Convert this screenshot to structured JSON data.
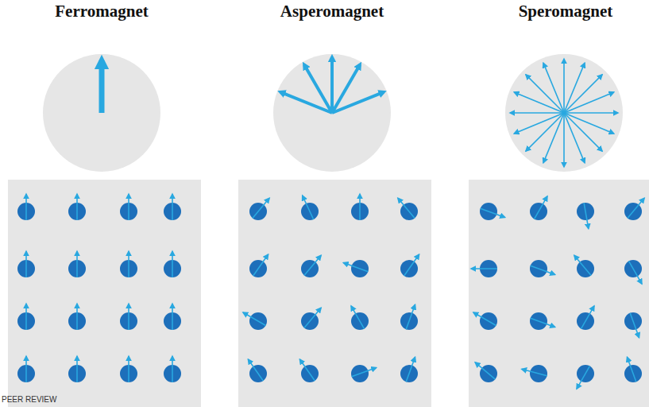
{
  "diagram": {
    "labels": [
      "Ferromagnet",
      "Asperomagnet",
      "Speromagnet",
      "PEER REVIEW"
    ]
  }
}
